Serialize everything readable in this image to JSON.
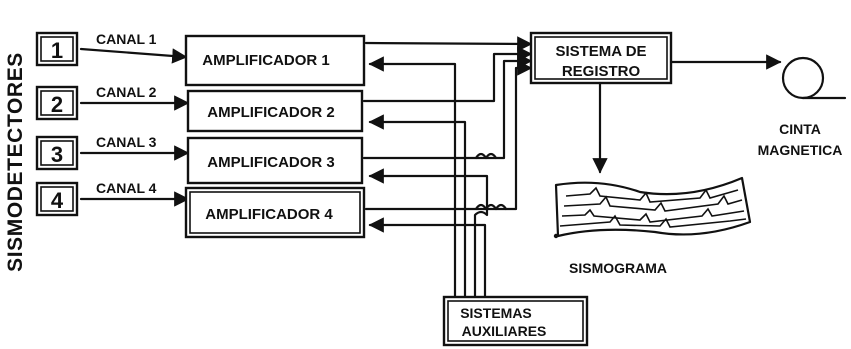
{
  "side_label": "SISMODETECTORES",
  "sensors": [
    {
      "number": "1",
      "channel": "CANAL 1",
      "amplifier": "AMPLIFICADOR 1"
    },
    {
      "number": "2",
      "channel": "CANAL 2",
      "amplifier": "AMPLIFICADOR 2"
    },
    {
      "number": "3",
      "channel": "CANAL 3",
      "amplifier": "AMPLIFICADOR 3"
    },
    {
      "number": "4",
      "channel": "CANAL 4",
      "amplifier": "AMPLIFICADOR 4"
    }
  ],
  "registro": {
    "line1": "SISTEMA DE",
    "line2": "REGISTRO"
  },
  "tape": {
    "line1": "CINTA",
    "line2": "MAGNETICA"
  },
  "sismograma": "SISMOGRAMA",
  "auxiliares": {
    "line1": "SISTEMAS",
    "line2": "AUXILIARES"
  },
  "colors": {
    "ink": "#111111",
    "paper": "#ffffff"
  }
}
